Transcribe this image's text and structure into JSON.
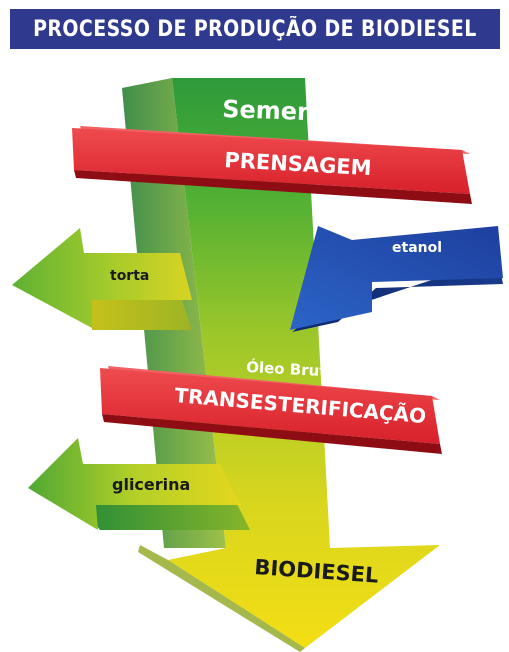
{
  "title": "PROCESSO DE PRODUÇÃO DE BIODIESEL",
  "diagram": {
    "input": "Sementes",
    "step1": "PRENSAGEM",
    "reagent": "etanol",
    "byproduct1": "torta",
    "intermediate": "Óleo Bruto",
    "step2": "TRANSESTERIFICAÇÃO",
    "byproduct2": "glicerina",
    "output": "BIODIESEL"
  },
  "colors": {
    "title_bar": "#2f3a8f",
    "process_bars": "#d8202a",
    "main_arrow_top": "#2f9a3a",
    "main_arrow_bottom": "#f2dc1c",
    "reagent_arrow": "#1e4fb0"
  }
}
